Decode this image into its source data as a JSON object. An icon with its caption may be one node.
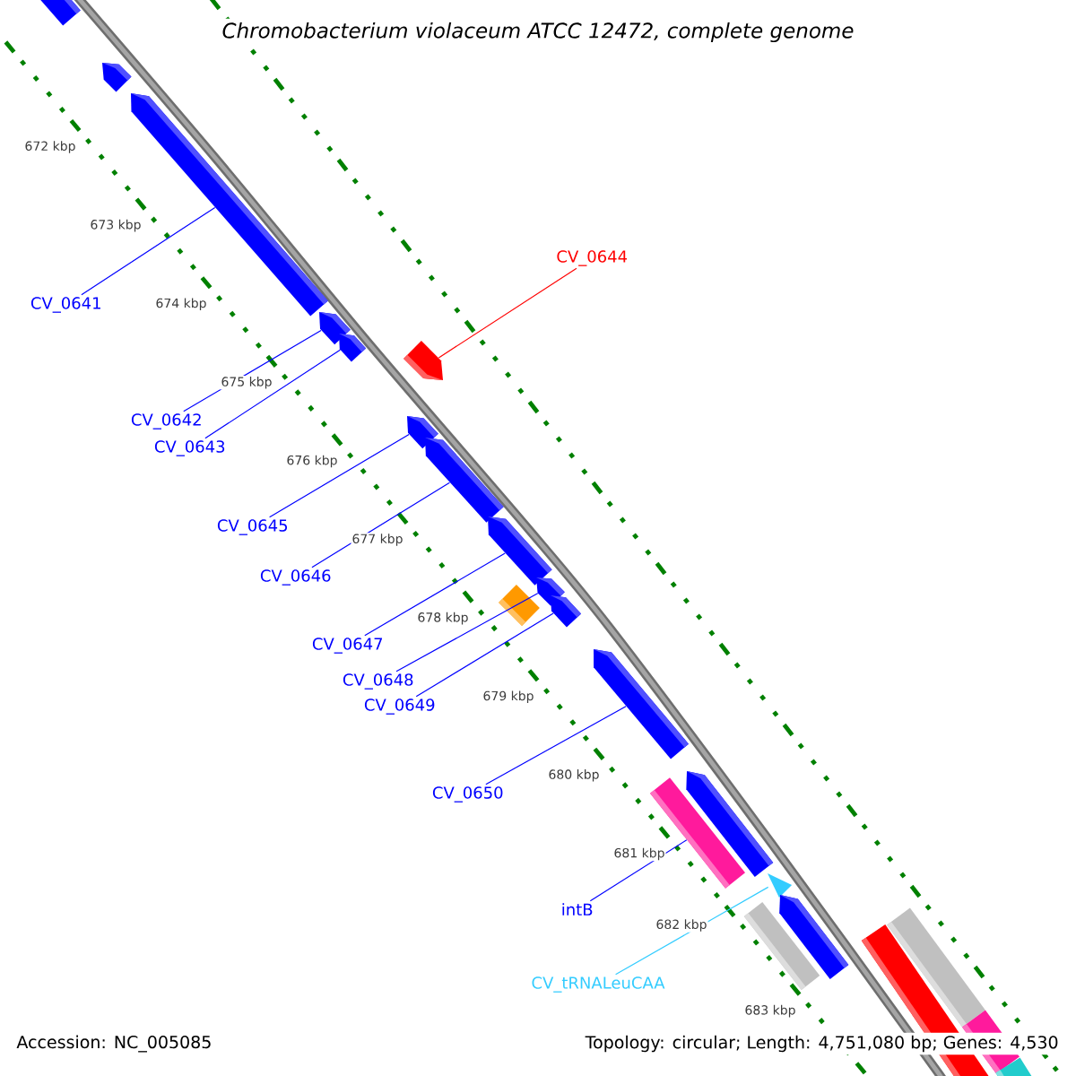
{
  "diagram": {
    "title": "*Chromobacterium violaceum* ATCC 12472, complete genome",
    "nodes": [
      {
        "text": [
          "CV_0641"
        ]
      },
      {
        "text": [
          "CV_0642"
        ]
      },
      {
        "text": [
          "CV_0643"
        ]
      },
      {
        "text": [
          "CV_0644"
        ]
      },
      {
        "text": [
          "CV_0645"
        ]
      },
      {
        "text": [
          "CV_0646"
        ]
      },
      {
        "text": [
          "CV_0647"
        ]
      },
      {
        "text": [
          "CV_0648"
        ]
      },
      {
        "text": [
          "CV_0649"
        ]
      },
      {
        "text": [
          "CV_0650"
        ]
      },
      {
        "text": [
          "intB"
        ]
      },
      {
        "text": [
          "CV_tRNALeuCAA"
        ]
      },
      {
        "text": [],
        "shape": "pentagon"
      },
      {
        "text": [],
        "shape": "pentagon"
      },
      {
        "text": [],
        "shape": "pentagon"
      },
      {
        "text": [],
        "shape": "pentagon"
      },
      {
        "text": [],
        "shape": "pentagon"
      },
      {
        "text": [],
        "shape": "pentagon"
      },
      {
        "text": [],
        "shape": "pentagon"
      },
      {
        "text": [],
        "shape": "pentagon"
      },
      {
        "text": [],
        "shape": "pentagon"
      },
      {
        "text": [],
        "shape": "pentagon"
      },
      {
        "text": [],
        "shape": "bar"
      },
      {
        "text": [],
        "shape": "triangle"
      },
      {
        "text": [],
        "shape": "pentagon"
      },
      {
        "text": [],
        "shape": "pentagon"
      },
      {
        "text": [],
        "shape": "bar"
      },
      {
        "text": [],
        "shape": "pentagon"
      },
      {
        "text": [],
        "shape": "bar"
      },
      {
        "text": [],
        "shape": "pentagon"
      },
      {
        "text": [],
        "shape": "bar"
      },
      {
        "text": [],
        "shape": "bar"
      },
      {
        "text": [],
        "shape": "bar"
      },
      {
        "text": [],
        "shape": "bar"
      }
    ],
    "edges": [
      {
        "from": 0,
        "to": 12,
        "arrow": "none"
      },
      {
        "from": 1,
        "to": 13,
        "arrow": "none"
      },
      {
        "from": 2,
        "to": 14,
        "arrow": "none"
      },
      {
        "from": 3,
        "to": 15,
        "arrow": "none",
        "color": "#ff0000"
      },
      {
        "from": 4,
        "to": 16,
        "arrow": "none"
      },
      {
        "from": 5,
        "to": 17,
        "arrow": "none"
      },
      {
        "from": 6,
        "to": 18,
        "arrow": "none"
      },
      {
        "from": 7,
        "to": 19,
        "arrow": "none"
      },
      {
        "from": 8,
        "to": 20,
        "arrow": "none"
      },
      {
        "from": 9,
        "to": 21,
        "arrow": "none"
      },
      {
        "from": 10,
        "to": 22,
        "arrow": "none"
      },
      {
        "from": 11,
        "to": 23,
        "arrow": "none",
        "color": "#33ccff"
      }
    ],
    "labels": [
      "672 kbp",
      "673 kbp",
      "674 kbp",
      "675 kbp",
      "676 kbp",
      "677 kbp",
      "678 kbp",
      "679 kbp",
      "680 kbp",
      "681 kbp",
      "682 kbp",
      "683 kbp",
      "Accession: NC_005085",
      "Topology: circular; Length: 4,751,080 bp; Genes: 4,530"
    ]
  }
}
